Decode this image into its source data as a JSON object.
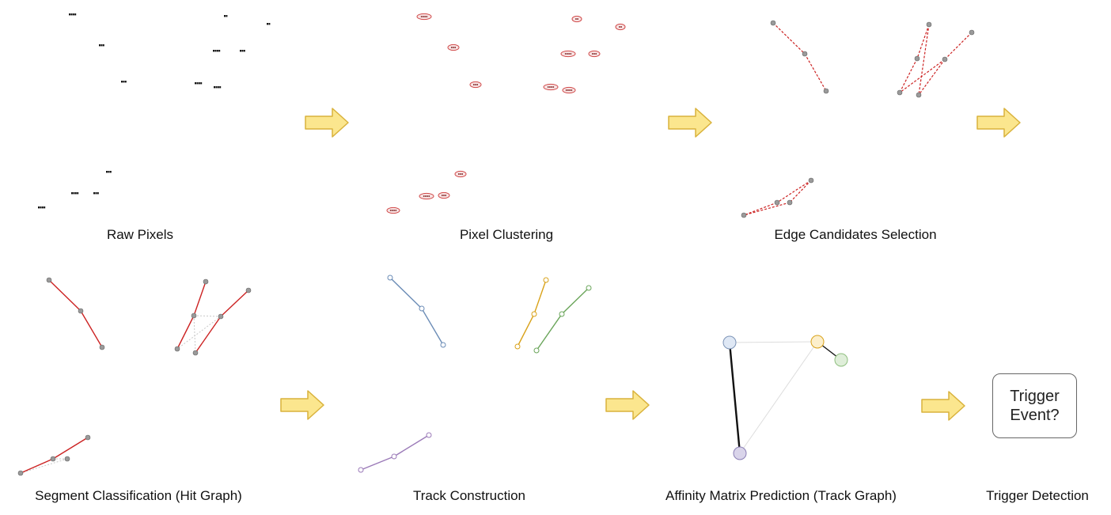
{
  "stages": [
    {
      "id": "raw-pixels",
      "label": "Raw Pixels"
    },
    {
      "id": "pixel-clustering",
      "label": "Pixel Clustering"
    },
    {
      "id": "edge-candidates",
      "label": "Edge Candidates Selection"
    },
    {
      "id": "segment-classification",
      "label": "Segment Classification (Hit Graph)"
    },
    {
      "id": "track-construction",
      "label": "Track Construction"
    },
    {
      "id": "affinity-matrix",
      "label": "Affinity Matrix Prediction (Track Graph)"
    },
    {
      "id": "trigger-detection",
      "label": "Trigger Detection"
    }
  ],
  "trigger_box": {
    "line1": "Trigger",
    "line2": "Event?"
  },
  "colors": {
    "cluster": "#d14a4a",
    "cluster_fill": "#f8e3e3",
    "edge_candidate": "#cc2222",
    "segment_true": "#cc2222",
    "segment_false": "#c9c9c9",
    "node": "#9a9a9a",
    "arrow_fill": "#fbe68e",
    "arrow_stroke": "#d9b23c",
    "track_blue": "#6b8cb6",
    "track_orange": "#d9a21a",
    "track_green": "#6aa55a",
    "track_purple": "#9b7ab8"
  }
}
